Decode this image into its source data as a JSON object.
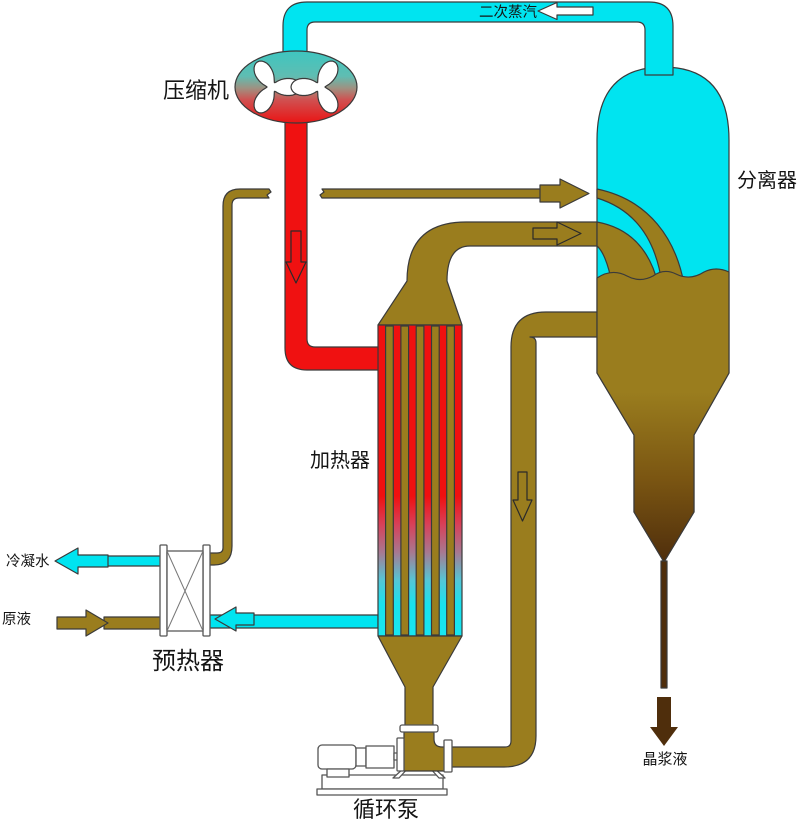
{
  "labels": {
    "secondary_steam": "二次蒸汽",
    "compressor": "压缩机",
    "separator": "分离器",
    "heater": "加热器",
    "preheater": "预热器",
    "condensate": "冷凝水",
    "raw_liquid": "原液",
    "pump": "循环泵",
    "slurry": "晶浆液"
  },
  "colors": {
    "cyan": "#00E4F0",
    "olive": "#9A7D1E",
    "red": "#F01111",
    "brown": "#4F2E0C",
    "white": "#FFFFFF"
  },
  "arrows": {
    "secondary_steam_direction": "left",
    "compressed_steam_direction": "down",
    "feed_to_separator_direction": "right",
    "heater_outlet_direction": "right",
    "downcomer_direction": "down",
    "condensate_direction": "left",
    "raw_liquid_direction": "right",
    "heater_condensate_direction": "left",
    "slurry_direction": "down"
  }
}
